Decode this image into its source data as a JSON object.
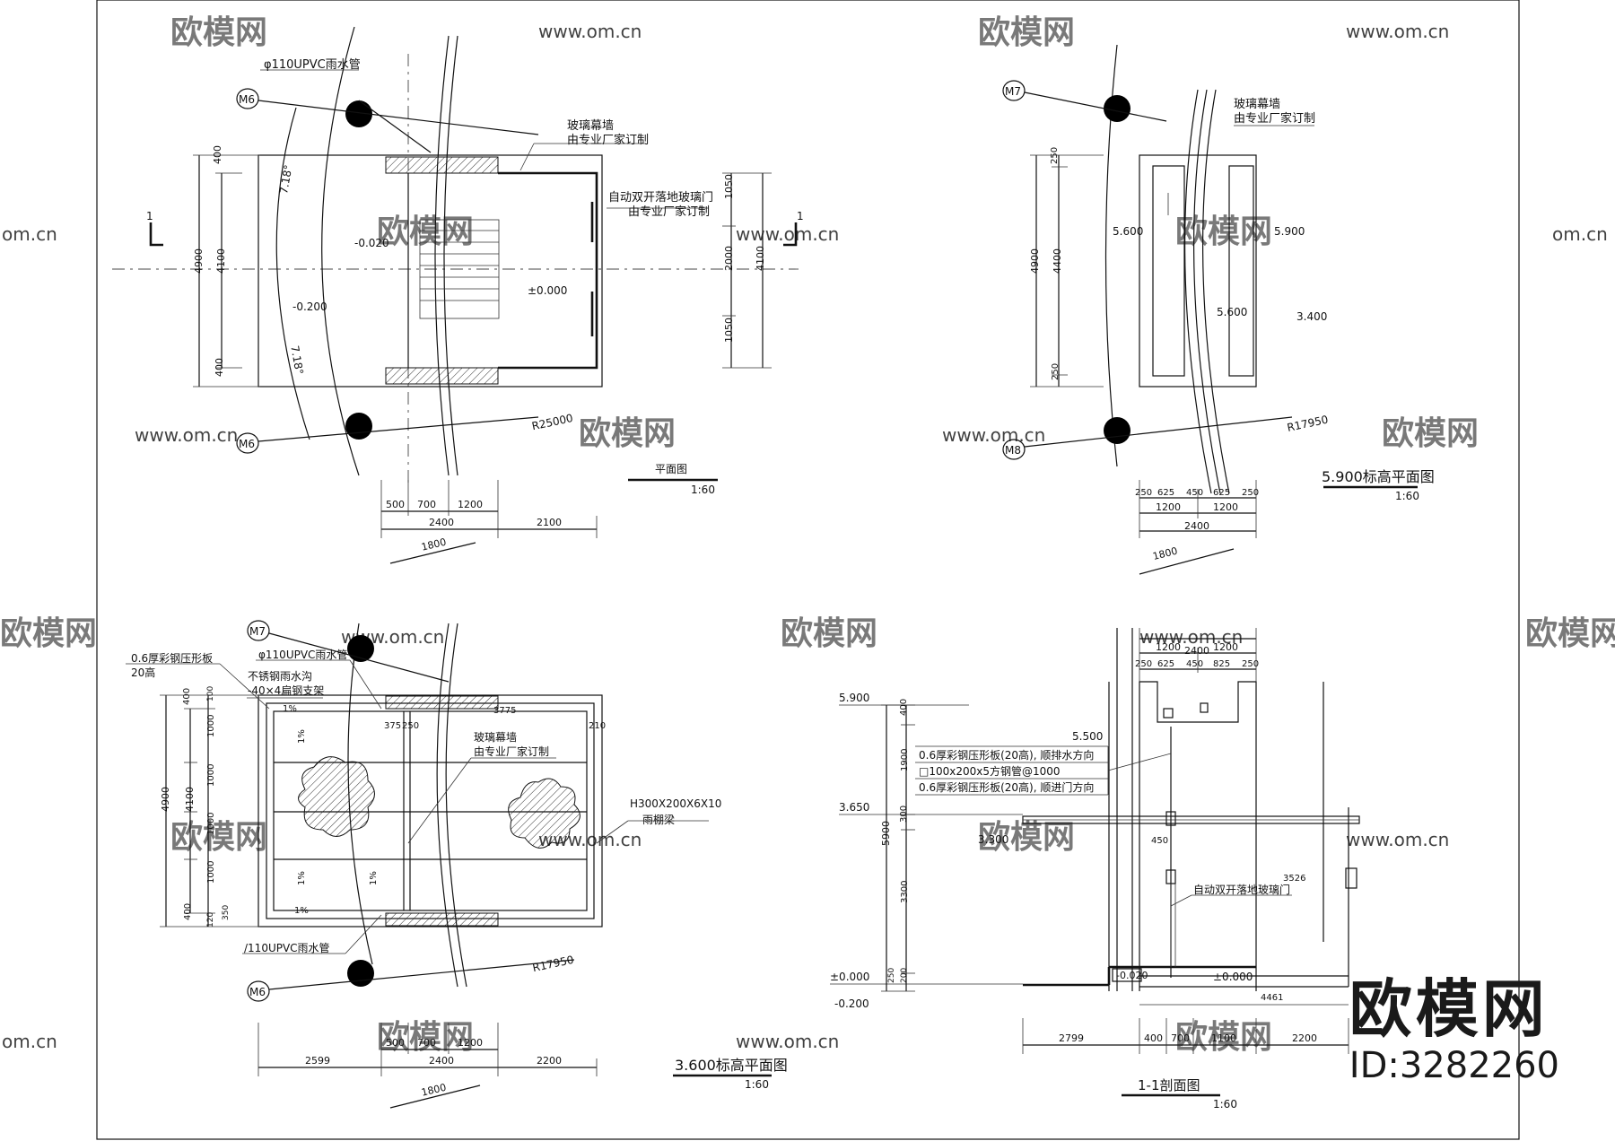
{
  "watermark": {
    "brand_text": "欧模网",
    "url_text": "www.om.cn",
    "url_short": "om.cn"
  },
  "brand_logo": {
    "name": "欧模网",
    "id_label": "ID:3282260"
  },
  "plan": {
    "title": "平面图",
    "scale": "1:60",
    "axis_top": "M6",
    "axis_bottom": "M6",
    "section_mark": "1",
    "notes": {
      "pipe": "φ110UPVC雨水管",
      "glass_wall_1": "玻璃幕墙",
      "glass_wall_2": "由专业厂家订制",
      "door_1": "自动双开落地玻璃门",
      "door_2": "由专业厂家订制"
    },
    "levels": {
      "l1": "±0.000",
      "l2": "-0.020",
      "l3": "-0.200"
    },
    "slopes": {
      "s1": "7.18°",
      "s2": "7.18°"
    },
    "radius": "R25000",
    "dims_left": {
      "total": "4900",
      "mid": "4100",
      "top": "400",
      "bottom": "400"
    },
    "dims_right": {
      "top": "1050",
      "mid": "2000",
      "bottom": "1050",
      "total": "4100"
    },
    "dims_bottom": {
      "d1": "500",
      "d2": "700",
      "d3": "1200",
      "d4": "2400",
      "d5": "2100",
      "d6": "1800"
    }
  },
  "roof_plan": {
    "title": "5.900标高平面图",
    "scale": "1:60",
    "axis_top": "M7",
    "axis_bottom": "M8",
    "notes": {
      "glass_wall_1": "玻璃幕墙",
      "glass_wall_2": "由专业厂家订制"
    },
    "levels": {
      "l1": "5.600",
      "l2": "5.900",
      "l3": "5.600",
      "l4": "3.400"
    },
    "radius": "R17950",
    "dims_left": {
      "total": "4900",
      "mid": "4400",
      "top": "250",
      "bottom": "250"
    },
    "dims_bottom": {
      "a1": "250",
      "a2": "625",
      "a3": "450",
      "a4": "625",
      "a5": "250",
      "b1": "1200",
      "b2": "1200",
      "c": "2400",
      "d": "1800"
    }
  },
  "canopy_plan": {
    "title": "3.600标高平面图",
    "scale": "1:60",
    "axis_top": "M7",
    "axis_bottom": "M6",
    "notes": {
      "steel_sheet_1": "0.6厚彩钢压形板",
      "steel_sheet_2": "20高",
      "pipe_top": "φ110UPVC雨水管",
      "gutter_1": "不锈钢雨水沟",
      "gutter_2": "-40×4扁钢支架",
      "glass_wall_1": "玻璃幕墙",
      "glass_wall_2": "由专业厂家订制",
      "beam_1": "H300X200X6X10",
      "beam_2": "雨棚梁",
      "pipe_bottom": "/110UPVC雨水管"
    },
    "slope": "1%",
    "radius": "R17950",
    "dims_inner": {
      "a": "3775",
      "b": "375",
      "c": "250",
      "d": "210"
    },
    "dims_left": {
      "total": "4900",
      "mid": "4100",
      "r1": "400",
      "r2": "1000",
      "r3": "1000",
      "r4": "1000",
      "r5": "1000",
      "r6": "400",
      "t1": "100",
      "t2": "350",
      "t3": "120"
    },
    "dims_bottom": {
      "d1": "2599",
      "d2": "500",
      "d3": "700",
      "d4": "1200",
      "d5": "2400",
      "d6": "2200",
      "d7": "1800"
    }
  },
  "section": {
    "title": "1-1剖面图",
    "scale": "1:60",
    "notes": {
      "n1": "0.6厚彩钢压形板(20高), 顺排水方向",
      "n2": "□100x200x5方钢管@1000",
      "n3": "0.6厚彩钢压形板(20高), 顺进门方向",
      "door": "自动双开落地玻璃门"
    },
    "levels": {
      "top": "5.900",
      "mid": "5.500",
      "canopy": "3.650",
      "canopy2": "3.300",
      "ground": "±0.000",
      "ground2": "-0.200",
      "floor": "-0.020",
      "floor2": "±0.000"
    },
    "dims_top": {
      "total": "2400",
      "b1": "1200",
      "b2": "1200",
      "a1": "250",
      "a2": "625",
      "a3": "450",
      "a4": "825",
      "a5": "250"
    },
    "dims_left": {
      "total": "5900",
      "v1": "400",
      "v2": "1900",
      "v3": "300",
      "v4": "3300",
      "v5": "200",
      "v6": "250"
    },
    "dims_inner": {
      "w1": "450",
      "w2": "3526",
      "w3": "4461"
    },
    "dims_bottom": {
      "d1": "2799",
      "d2": "400",
      "d3": "700",
      "d4": "1100",
      "d5": "2200"
    }
  }
}
